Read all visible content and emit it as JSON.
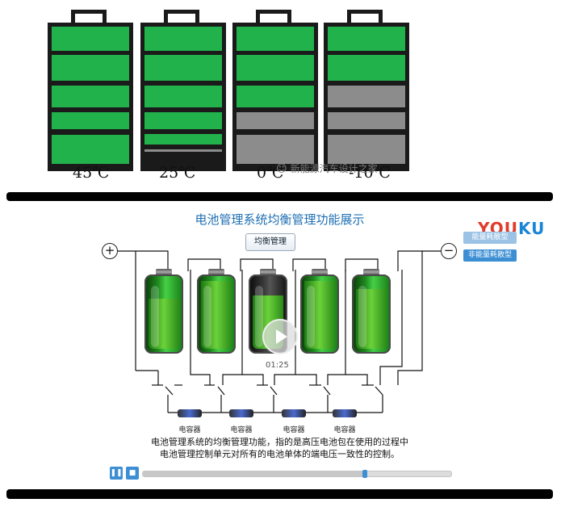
{
  "top_image": {
    "batteries": [
      {
        "temp_label": "45℃",
        "segments": [
          "green",
          "green",
          "green",
          "green",
          "green"
        ]
      },
      {
        "temp_label": "25℃",
        "segments": [
          "green",
          "green",
          "green",
          "green",
          "green-thin"
        ]
      },
      {
        "temp_label": "0℃",
        "segments": [
          "green",
          "green",
          "green",
          "gray",
          "gray"
        ]
      },
      {
        "temp_label": "-10℃",
        "segments": [
          "green",
          "green",
          "gray",
          "gray",
          "gray"
        ]
      }
    ],
    "watermark": "新能源汽车设计之家",
    "colors": {
      "charged": "#22b24c",
      "depleted": "#8c8c8c",
      "frame": "#1a1a1a"
    }
  },
  "video": {
    "title": "电池管理系统均衡管理功能展示",
    "balance_button": "均衡管理",
    "energy_button": "能量耗散型",
    "non_energy_button": "非能量耗散型",
    "logo_text": "YOU",
    "logo_text_accent": "KU",
    "plus_symbol": "+",
    "minus_symbol": "−",
    "capacitor_label": "电容器",
    "description_line1": "电池管理系统的均衡管理功能，指的是高压电池包在使用的过程中",
    "description_line2": "电池管理控制单元对所有的电池单体的端电压一致性的控制。",
    "time": "01:25",
    "pause_icon": "pause-icon",
    "stop_icon": "stop-icon",
    "progress_fraction": 0.72,
    "colors": {
      "accent": "#3d8fd4",
      "title": "#1f6fb3"
    }
  }
}
